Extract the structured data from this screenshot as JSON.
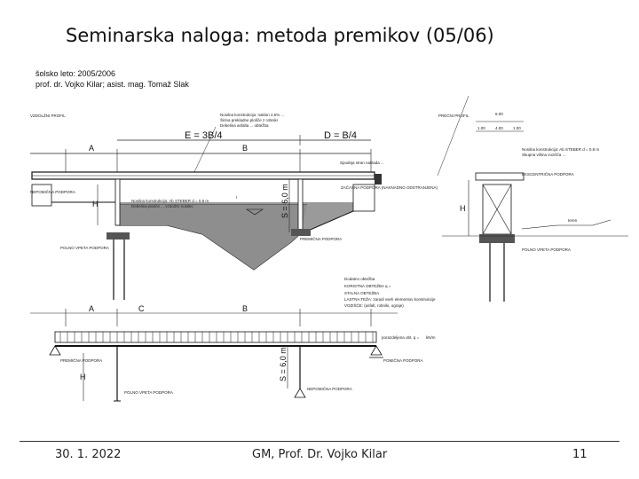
{
  "slide": {
    "title": "Seminarska naloga: metoda premikov (05/06)",
    "footer_date": "30. 1. 2022",
    "footer_author": "GM, Prof. Dr. Vojko Kilar",
    "footer_page": "11"
  },
  "drawing": {
    "header_line1": "šolsko leto: 2005/2006",
    "header_line2": "prof. dr. Vojko Kilar; asist. mag. Tomaž Slak",
    "long_profile": "VZDOLŽNI PROFIL",
    "cross_profile": "PREČNI PROFIL",
    "dim_E": "E = 3B/4",
    "dim_D": "D = B/4",
    "dim_A": "A",
    "dim_B": "B",
    "dim_C": "C",
    "dim_H": "H",
    "dim_S": "S = 6,0 m",
    "dim_6": "6.00",
    "dim_100a": "1.00",
    "dim_400": "4.00",
    "dim_100b": "1.00",
    "left_support": "NEPOMIČNA PODPORA",
    "mid_support": "PREMIČNA PODPORA",
    "pile": "POLNO VPETA PODPORA",
    "temp_support": "ZAČASNA PODPORA (NAKNADNO ODSTRANJENA)",
    "eccentric": "EKSCENTRIČNA PODPORA",
    "moving_support": "POMIČNA PODPORA",
    "dodatni_header": "Dodatno obtežba",
    "legend1": "KORISTNA OBTEŽBA q =",
    "legend2": "STALNA OBTEŽBA",
    "legend3": "LASTNA TEŽA: zaradi vseh elementov konstrukcije",
    "legend4": "VOZIŠČE: (asfalt, robniki, ograje)",
    "elev_note": "Spodnja stran naklada ... ",
    "note_left1": "Nosilna konstrukcija: Ab STEBER d = 0.8 m",
    "note_left2": "Debelina plošče ... vzdolžni nosilec",
    "note_right1": "Nosilna konstrukcija: Ab STEBER d = 0.8 m",
    "note_right2": "Skupna višina vozišča ...",
    "note_top1": "Nosilna konstrukcija: naklon 2,5% ...",
    "note_top2": "Širina prekladne plošče z robniki",
    "note_top3": "Debelina asfalta ... obtežba",
    "distributed_load": "porazdeljena obt. q =",
    "load_unit": "kN/m",
    "ground_label": "teren",
    "water_label": "I"
  }
}
